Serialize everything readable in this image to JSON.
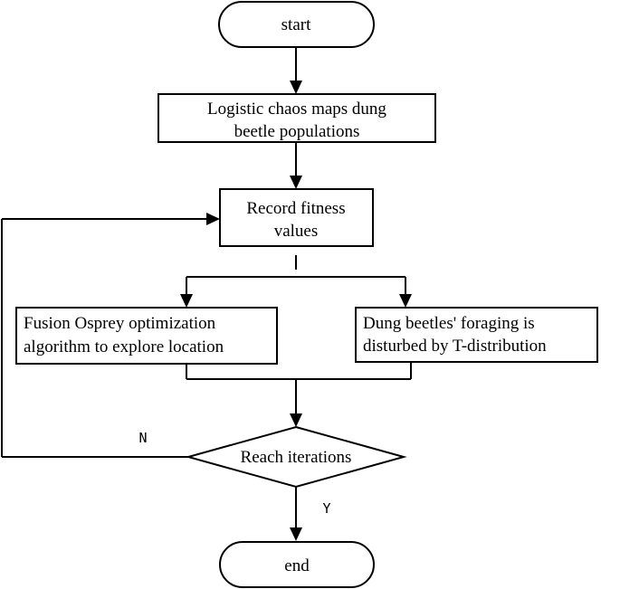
{
  "flowchart": {
    "start": "start",
    "chaos_map": [
      "Logistic chaos maps dung",
      "beetle populations"
    ],
    "record_fitness": [
      "Record fitness",
      "values"
    ],
    "osprey": [
      "Fusion Osprey optimization",
      "algorithm to explore location"
    ],
    "t_distribution": [
      "Dung beetles' foraging is",
      "disturbed by T-distribution"
    ],
    "decision": "Reach iterations",
    "label_no": "N",
    "label_yes": "Y",
    "end": "end"
  }
}
